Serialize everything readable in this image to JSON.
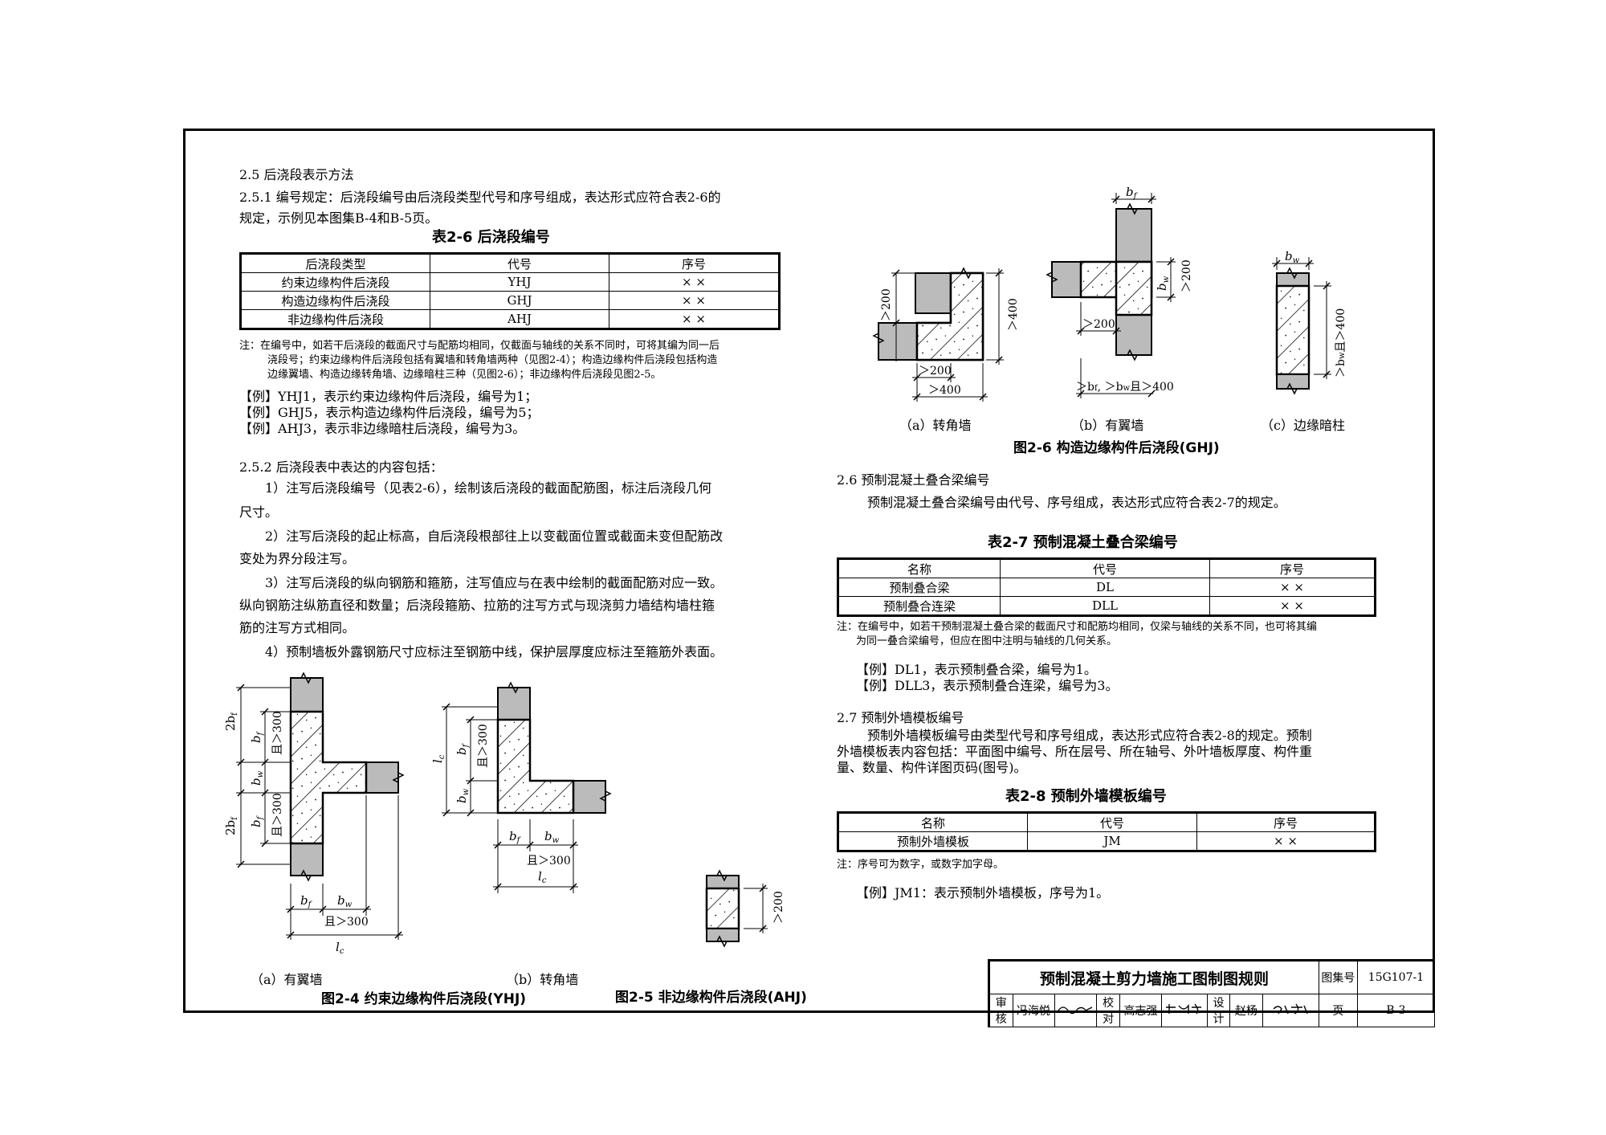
{
  "section_2_5": {
    "heading": "2.5 后浇段表示方法",
    "p1_line1": "2.5.1 编号规定：后浇段编号由后浇段类型代号和序号组成，表达形式应符合表2-6的",
    "p1_line2": "规定，示例见本图集B-4和B-5页。",
    "table_title": "表2-6  后浇段编号",
    "table_headers": [
      "后浇段类型",
      "代号",
      "序号"
    ],
    "table_rows": [
      [
        "约束边缘构件后浇段",
        "YHJ",
        "× ×"
      ],
      [
        "构造边缘构件后浇段",
        "GHJ",
        "× ×"
      ],
      [
        "非边缘构件后浇段",
        "AHJ",
        "× ×"
      ]
    ],
    "note_line1": "注：在编号中，如若干后浇段的截面尺寸与配筋均相同，仅截面与轴线的关系不同时，可将其编为同一后",
    "note_line2": "浇段号；约束边缘构件后浇段包括有翼墙和转角墙两种（见图2-4）；构造边缘构件后浇段包括构造",
    "note_line3": "边缘翼墙、构造边缘转角墙、边缘暗柱三种（见图2-6）；非边缘构件后浇段见图2-5。",
    "examples": [
      "【例】YHJ1，表示约束边缘构件后浇段，编号为1；",
      "【例】GHJ5，表示构造边缘构件后浇段，编号为5；",
      "【例】AHJ3，表示非边缘暗柱后浇段，编号为3。"
    ],
    "p2_heading": "2.5.2 后浇段表中表达的内容包括：",
    "item1_line1": "1）注写后浇段编号（见表2-6），绘制该后浇段的截面配筋图，标注后浇段几何",
    "item1_line2": "尺寸。",
    "item2_line1": "2）注写后浇段的起止标高，自后浇段根部往上以变截面位置或截面未变但配筋改",
    "item2_line2": "变处为界分段注写。",
    "item3_line1": "3）注写后浇段的纵向钢筋和箍筋，注写值应与在表中绘制的截面配筋对应一致。",
    "item3_line2": "纵向钢筋注纵筋直径和数量；后浇段箍筋、拉筋的注写方式与现浇剪力墙结构墙柱箍",
    "item3_line3": "筋的注写方式相同。",
    "item4": "4）预制墙板外露钢筋尺寸应标注至钢筋中线，保护层厚度应标注至箍筋外表面。"
  },
  "figures_left": {
    "fig24_a_caption": "（a）有翼墙",
    "fig25_b_caption": "（b）转角墙",
    "fig24_title": "图2-4  约束边缘构件后浇段(YHJ)",
    "fig25_title": "图2-5  非边缘构件后浇段(AHJ)",
    "dim_2bf": "2b",
    "dim_bf": "b",
    "dim_bw": "b",
    "dim_lc": "l",
    "dim_300": "＞300",
    "dim_and300": "且＞300",
    "dim_200": "＞200"
  },
  "figures_right": {
    "caption_a": "（a）转角墙",
    "caption_b": "（b）有翼墙",
    "caption_c": "（c）边缘暗柱",
    "fig26_title": "图2-6  构造边缘构件后浇段(GHJ)",
    "dim_200": "＞200",
    "dim_400": "＞400",
    "dim_bf_bw_400": "＞b",
    "dim_bw_400": "＞b"
  },
  "section_2_6": {
    "heading": "2.6 预制混凝土叠合梁编号",
    "p1": "预制混凝土叠合梁编号由代号、序号组成，表达形式应符合表2-7的规定。",
    "table_title": "表2-7   预制混凝土叠合梁编号",
    "table_headers": [
      "名称",
      "代号",
      "序号"
    ],
    "table_rows": [
      [
        "预制叠合梁",
        "DL",
        "× ×"
      ],
      [
        "预制叠合连梁",
        "DLL",
        "× ×"
      ]
    ],
    "note_line1": "注：在编号中，如若干预制混凝土叠合梁的截面尺寸和配筋均相同，仅梁与轴线的关系不同，也可将其编",
    "note_line2": "为同一叠合梁编号，但应在图中注明与轴线的几何关系。",
    "examples": [
      "【例】DL1，表示预制叠合梁，编号为1。",
      "【例】DLL3，表示预制叠合连梁，编号为3。"
    ]
  },
  "section_2_7": {
    "heading": "2.7 预制外墙模板编号",
    "p_line1": "预制外墙模板编号由类型代号和序号组成，表达形式应符合表2-8的规定。预制",
    "p_line2": "外墙模板表内容包括：平面图中编号、所在层号、所在轴号、外叶墙板厚度、构件重",
    "p_line3": "量、数量、构件详图页码(图号)。",
    "table_title": "表2-8   预制外墙模板编号",
    "table_headers": [
      "名称",
      "代号",
      "序号"
    ],
    "table_rows": [
      [
        "预制外墙模板",
        "JM",
        "× ×"
      ]
    ],
    "note": "注：序号可为数字，或数字加字母。",
    "example": "【例】JM1：表示预制外墙模板，序号为1。"
  },
  "title_block": {
    "title": "预制混凝土剪力墙施工图制图规则",
    "atlas_label": "图集号",
    "atlas_no": "15G107-1",
    "review_label": "审核",
    "reviewer": "冯海悦",
    "check_label": "校对",
    "checker": "高志强",
    "design_label": "设计",
    "designer": "赵杨",
    "page_label": "页",
    "page_no": "B-3"
  }
}
